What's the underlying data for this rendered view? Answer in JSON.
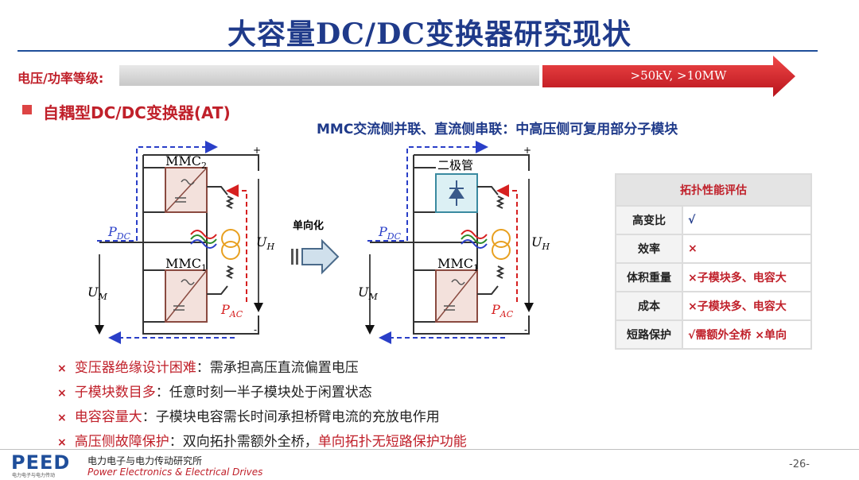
{
  "title": "大容量DC/DC变换器研究现状",
  "level_bar": {
    "label": "电压/功率等级:",
    "value": ">50kV, >10MW"
  },
  "section": {
    "title": "自耦型DC/DC变换器(AT)"
  },
  "mmc_note": "MMC交流侧并联、直流侧串联：中高压侧可复用部分子模块",
  "circuit": {
    "mmc2": "MMC",
    "mmc2_sub": "2",
    "mmc1": "MMC",
    "mmc1_sub": "1",
    "diode_label": "二极管",
    "pdc": "P",
    "pdc_sub": "DC",
    "pac": "P",
    "pac_sub": "AC",
    "uh": "U",
    "uh_sub": "H",
    "um": "U",
    "um_sub": "M",
    "plus": "+",
    "minus": "-",
    "conversion_label": "单向化"
  },
  "eval_table": {
    "header": "拓扑性能评估",
    "rows": [
      {
        "label": "高变比",
        "value": "√"
      },
      {
        "label": "效率",
        "value": "×"
      },
      {
        "label": "体积重量",
        "value": "×子模块多、电容大"
      },
      {
        "label": "成本",
        "value": "×子模块多、电容大"
      },
      {
        "label": "短路保护",
        "value": "√需额外全桥  ×单向"
      }
    ]
  },
  "notes": [
    {
      "key": "变压器绝缘设计困难",
      "value": "需承担高压直流偏置电压",
      "value_red": ""
    },
    {
      "key": "子模块数目多",
      "value": "任意时刻一半子模块处于闲置状态",
      "value_red": ""
    },
    {
      "key": "电容容量大",
      "value": "子模块电容需长时间承担桥臂电流的充放电作用",
      "value_red": ""
    },
    {
      "key": "高压侧故障保护",
      "value": "双向拓扑需额外全桥，",
      "value_red": "单向拓扑无短路保护功能"
    }
  ],
  "note_mark": "×",
  "note_sep": "：",
  "footer": {
    "logo": "PEED",
    "logo_sub": "电力电子与电力传动",
    "org_cn": "电力电子与电力传动研究所",
    "org_en": "Power Electronics & Electrical Drives",
    "page": "-26-"
  },
  "colors": {
    "accent_blue": "#1f3a8a",
    "accent_red": "#c0202a",
    "dashed_blue": "#2a3fc8",
    "dashed_red": "#d62020"
  }
}
